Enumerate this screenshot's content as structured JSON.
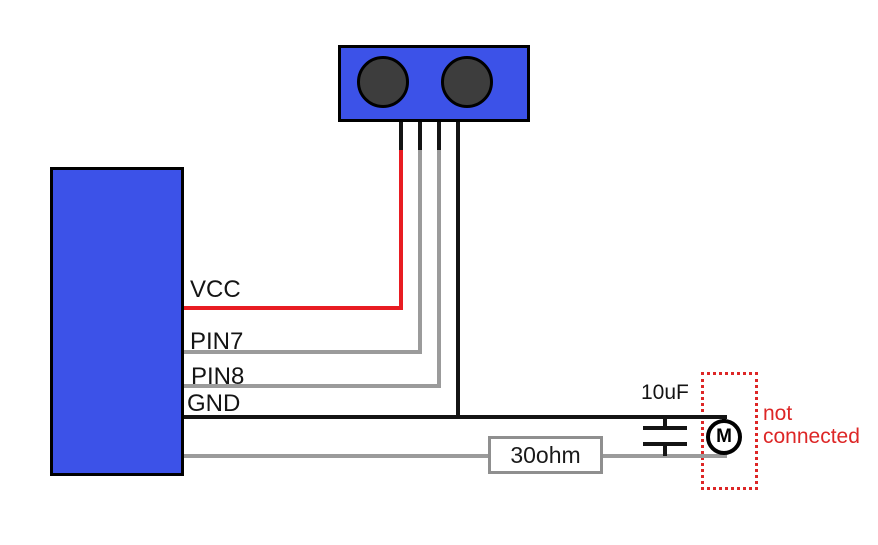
{
  "labels": {
    "vcc": "VCC",
    "pin7": "PIN7",
    "pin8": "PIN8",
    "gnd": "GND",
    "capacitor_value": "10uF",
    "resistor_value": "30ohm",
    "motor": "M",
    "not_connected": "not connected"
  },
  "colors": {
    "component_blue": "#3c52e8",
    "eye_gray": "#3d3d3d",
    "wire_red": "#e81c22",
    "wire_gray": "#9b9b9b",
    "wire_black": "#141414",
    "alert_red": "#dd2626",
    "resistor_border_gray": "#8f8f8f",
    "outline_black": "#000000",
    "canvas_white": "#ffffff"
  }
}
